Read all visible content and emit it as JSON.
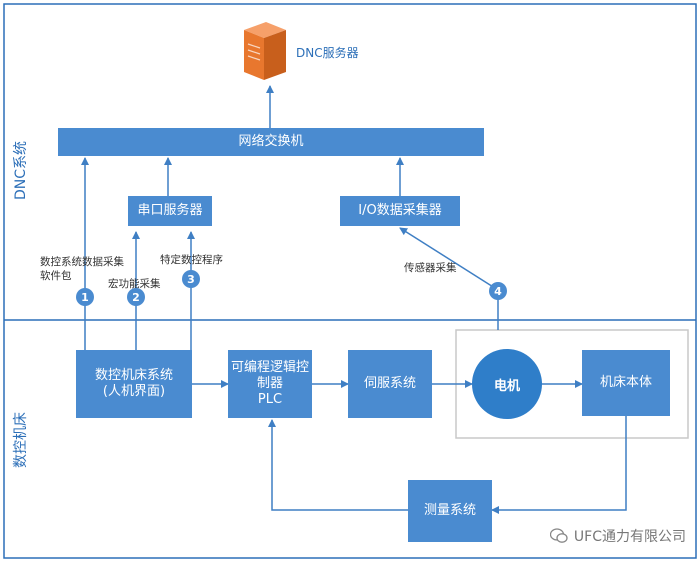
{
  "sections": {
    "top_label": "DNC系统",
    "bottom_label": "数控机床"
  },
  "server": {
    "label": "DNC服务器"
  },
  "boxes": {
    "switch": "网络交换机",
    "serial_server": "串口服务器",
    "io_collector": "I/O数据采集器",
    "cnc_system_line1": "数控机床系统",
    "cnc_system_line2": "(人机界面)",
    "plc_line1": "可编程逻辑控",
    "plc_line2": "制器",
    "plc_line3": "PLC",
    "servo": "伺服系统",
    "motor": "电机",
    "machine_body": "机床本体",
    "measurement": "测量系统"
  },
  "annotations": {
    "software_line1": "数控系统数据采集",
    "software_line2": "软件包",
    "macro": "宏功能采集",
    "program": "特定数控程序",
    "sensor": "传感器采集"
  },
  "markers": [
    "1",
    "2",
    "3",
    "4"
  ],
  "watermark": "UFC通力有限公司",
  "colors": {
    "box": "#4a8bd0",
    "border": "#2c6fb8",
    "arrow": "#3f7fc4",
    "server": "#e8772e"
  }
}
